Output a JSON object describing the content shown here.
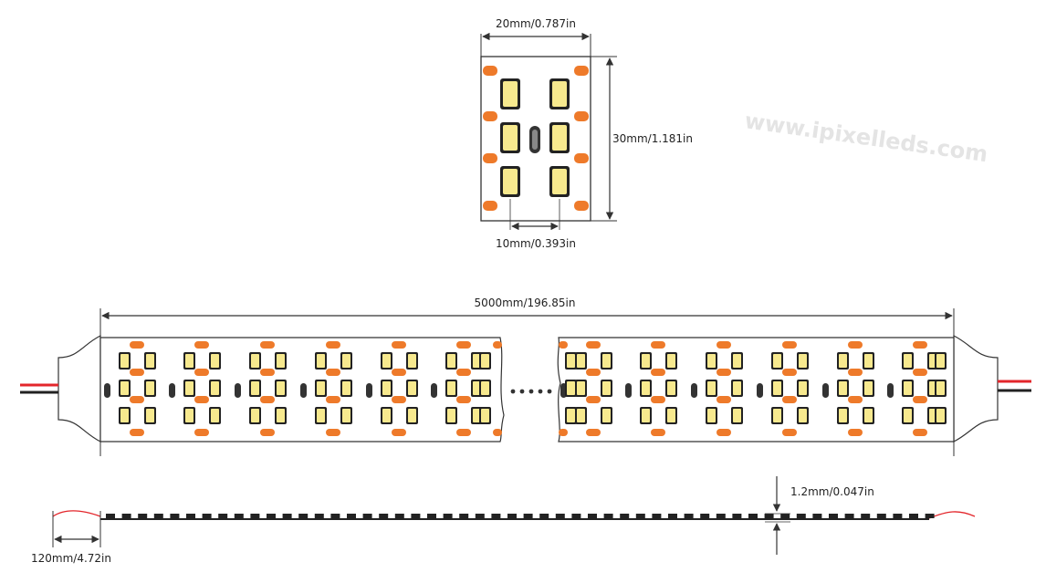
{
  "dimensions": {
    "width": "20mm/0.787in",
    "height": "30mm/1.181in",
    "pitch": "10mm/0.393in",
    "length": "5000mm/196.85in",
    "thickness": "1.2mm/0.047in",
    "lead": "120mm/4.72in"
  },
  "watermark": "www.ipixelleds.com",
  "colors": {
    "led_yellow": "#f7e98e",
    "pad_orange": "#ee7a2a",
    "wire_red": "#e3262b",
    "wire_black": "#222222",
    "outline": "#333333"
  },
  "icons": {
    "continuation": "ellipsis-icon"
  }
}
